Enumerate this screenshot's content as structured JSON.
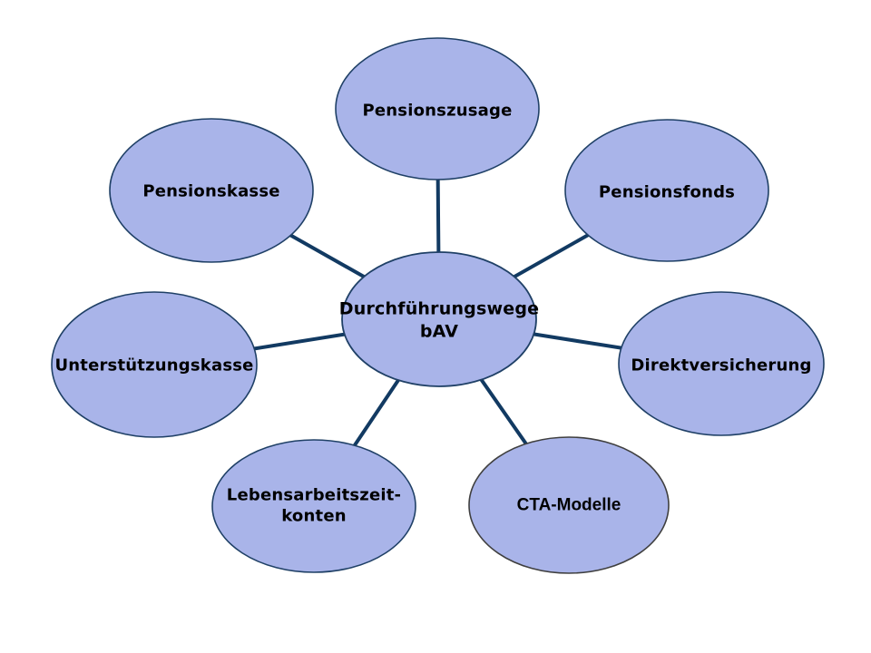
{
  "diagram": {
    "type": "radial-mindmap",
    "colors": {
      "background": "#ffffff",
      "node_fill": "#a9b4e9",
      "node_border": "#1f4066",
      "cta_node_border": "#3f3f3f",
      "connector": "#123a62",
      "text": "#000000"
    },
    "center": {
      "label": "Durchführungswege\nbAV"
    },
    "nodes": [
      {
        "id": "pensionszusage",
        "label": "Pensionszusage"
      },
      {
        "id": "pensionsfonds",
        "label": "Pensionsfonds"
      },
      {
        "id": "direktversicherung",
        "label": "Direktversicherung"
      },
      {
        "id": "cta-modelle",
        "label": "CTA-Modelle"
      },
      {
        "id": "lebensarbeitszeitkonten",
        "label": "Lebensarbeitszeit-\nkonten"
      },
      {
        "id": "unterstuetzungskasse",
        "label": "Unterstützungskasse"
      },
      {
        "id": "pensionskasse",
        "label": "Pensionskasse"
      }
    ]
  }
}
